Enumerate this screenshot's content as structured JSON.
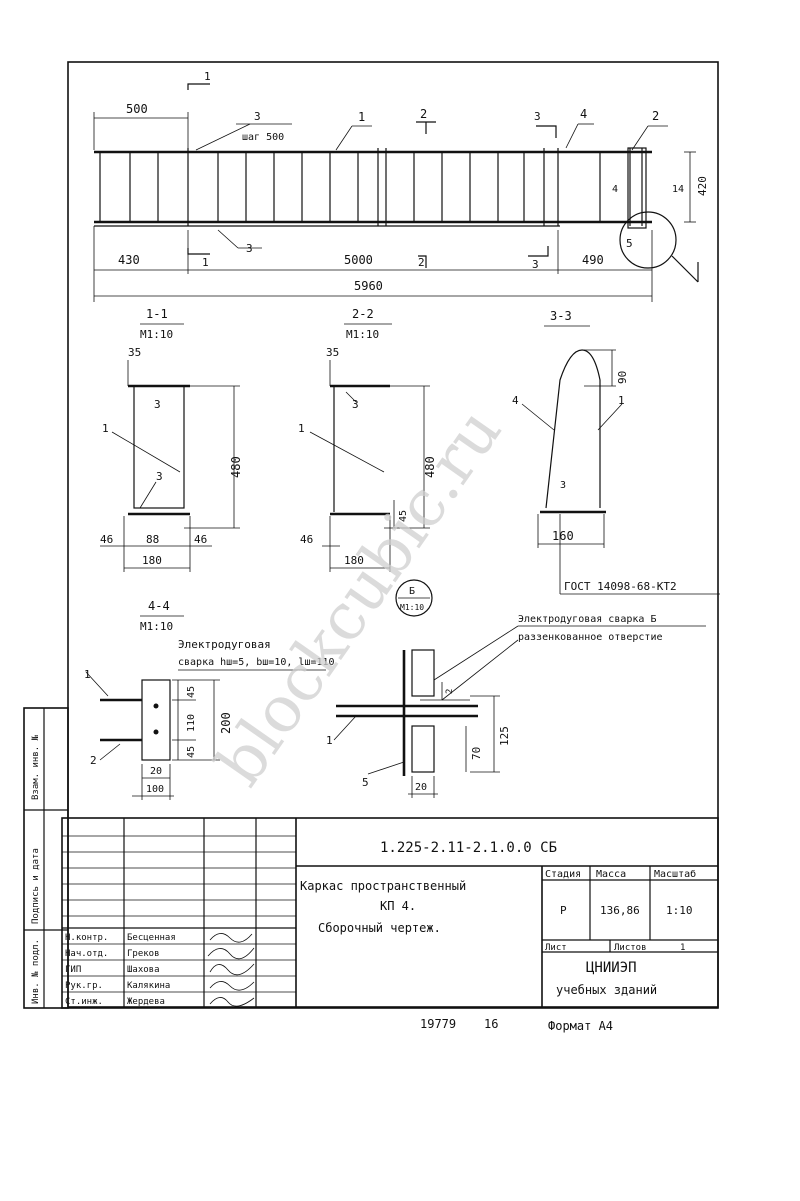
{
  "elevation": {
    "dim_500_top": "500",
    "step_label": "шаг 500",
    "dims_bottom": [
      "430",
      "5000",
      "490"
    ],
    "dim_total": "5960",
    "height_420": "420",
    "height_14": "14",
    "height_4": "4",
    "section_marks": [
      "1",
      "1",
      "2",
      "3",
      "3"
    ],
    "pos_labels": [
      "1",
      "2",
      "3",
      "3",
      "4",
      "5"
    ]
  },
  "section_1_1": {
    "title": "1-1",
    "scale": "М1:10",
    "dims": [
      "35",
      "480",
      "46",
      "88",
      "46",
      "180"
    ],
    "pos": [
      "3",
      "1",
      "3"
    ]
  },
  "section_2_2": {
    "title": "2-2",
    "scale": "М1:10",
    "dims": [
      "35",
      "480",
      "45",
      "46",
      "180"
    ],
    "pos": [
      "3",
      "1"
    ]
  },
  "section_3_3": {
    "title": "3-3",
    "dims": [
      "90",
      "160"
    ],
    "pos": [
      "4",
      "1",
      "3"
    ],
    "gost": "ГОСТ 14098-68-КТ2"
  },
  "section_4_4": {
    "title": "4-4",
    "scale": "М1:10",
    "weld_note_1": "Электродуговая",
    "weld_note_2": "сварка hш=5, bш=10, lш=110",
    "dims": [
      "45",
      "110",
      "45",
      "200",
      "20",
      "100"
    ],
    "pos": [
      "1",
      "2"
    ]
  },
  "detail_b": {
    "marker_top": "Б",
    "marker_bottom": "М1:10",
    "note_1": "Электродуговая сварка Б",
    "note_2": "раззенкованное отверстие",
    "dims": [
      "20",
      "125",
      "70",
      "20",
      "2"
    ],
    "pos": [
      "1",
      "5"
    ]
  },
  "watermark": "blockcubic.ru",
  "margin": {
    "inv_dubl": "Взам. инв. №",
    "podpis": "Подпись и дата",
    "inv_podl": "Инв. № подл."
  },
  "title_block": {
    "code": "1.225-2.11-2.1.0.0 СБ",
    "name_1": "Каркас пространственный",
    "name_2": "КП 4.",
    "name_3": "Сборочный чертеж.",
    "stage_header": "Стадия",
    "mass_header": "Масса",
    "scale_header": "Масштаб",
    "stage": "Р",
    "mass": "136,86",
    "scale": "1:10",
    "sheet_label": "Лист",
    "sheets_label": "Листов",
    "sheets_value": "1",
    "org_1": "ЦНИИЭП",
    "org_2": "учебных зданий",
    "signatures": [
      {
        "role": "Н.контр.",
        "name": "Бесценная"
      },
      {
        "role": "Нач.отд.",
        "name": "Греков"
      },
      {
        "role": "ГИП",
        "name": "Шахова"
      },
      {
        "role": "Рук.гр.",
        "name": "Калякина"
      },
      {
        "role": "Ст.инж.",
        "name": "Жердева"
      }
    ]
  },
  "footer": {
    "number": "19779",
    "sheet": "16",
    "format": "Формат А4"
  }
}
